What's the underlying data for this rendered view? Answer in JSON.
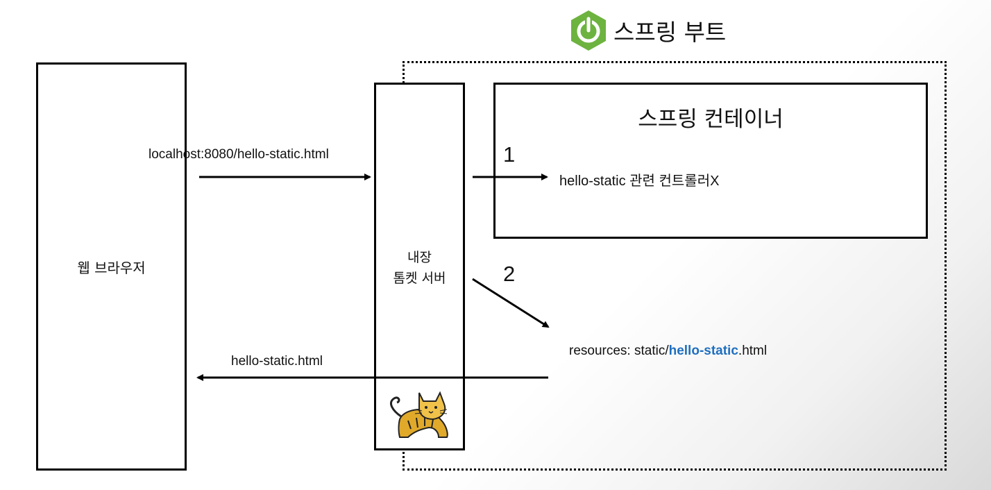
{
  "spring_boot": {
    "title": "스프링 부트",
    "logo_icon": "power-icon",
    "logo_color": "#6db33f"
  },
  "browser": {
    "label": "웹 브라우저"
  },
  "tomcat": {
    "line1": "내장",
    "line2": "톰켓 서버",
    "icon": "tomcat-cat-icon"
  },
  "container": {
    "title": "스프링 컨테이너",
    "controller_text": "hello-static 관련 컨트롤러X"
  },
  "request": {
    "url": "localhost:8080/hello-static.html"
  },
  "steps": {
    "one": "1",
    "two": "2"
  },
  "resources": {
    "prefix": "resources: static/",
    "highlight": "hello-static",
    "suffix": ".html",
    "highlight_color": "#1f6fbf"
  },
  "response": {
    "label": "hello-static.html"
  }
}
